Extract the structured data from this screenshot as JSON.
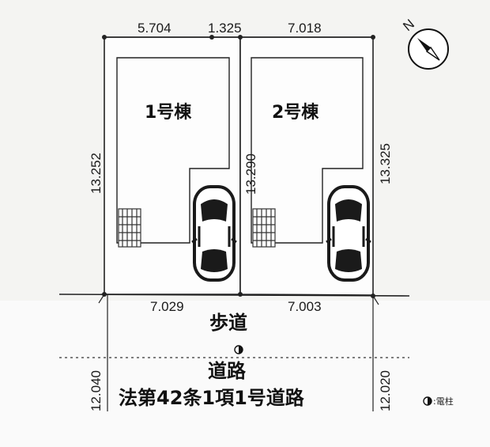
{
  "top_dimensions": [
    "5.704",
    "1.325",
    "7.018"
  ],
  "side_dimensions": {
    "left": "13.252",
    "middle": "13.290",
    "right": "13.325"
  },
  "frontage_dimensions": [
    "7.029",
    "7.003"
  ],
  "road_widths": {
    "left": "12.040",
    "right": "12.020"
  },
  "lots": [
    {
      "label": "1号棟"
    },
    {
      "label": "2号棟"
    }
  ],
  "sidewalk_label": "歩道",
  "road_label": "道路",
  "road_legal_label": "法第42条1項1号道路",
  "legend": {
    "utility_pole": ":電柱"
  },
  "compass_icon": "north-arrow-compass",
  "colors": {
    "background": "#f7f7f5",
    "lot_fill": "#ffffff",
    "line": "#222222",
    "dashed_line": "#555555"
  }
}
